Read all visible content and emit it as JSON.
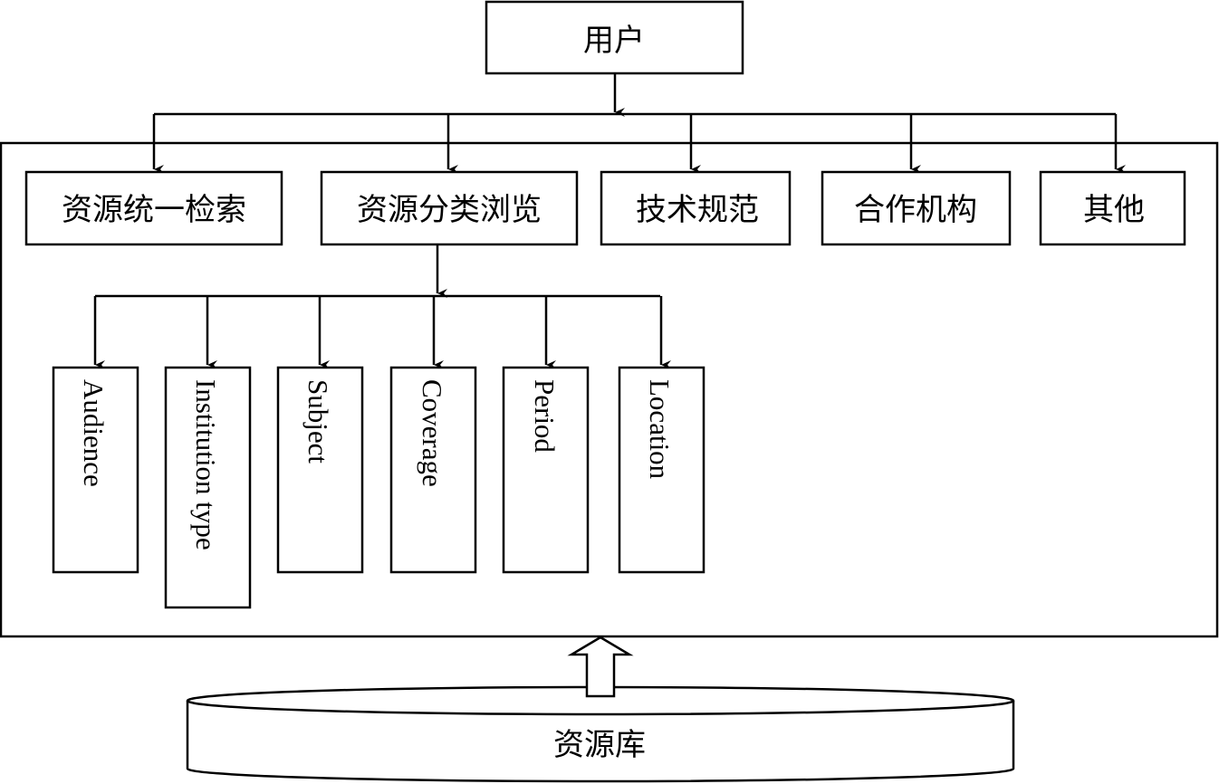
{
  "top_node": {
    "label": "用户"
  },
  "modules": [
    {
      "id": "unified-search",
      "label": "资源统一检索"
    },
    {
      "id": "category-browse",
      "label": "资源分类浏览"
    },
    {
      "id": "tech-spec",
      "label": "技术规范"
    },
    {
      "id": "partners",
      "label": "合作机构"
    },
    {
      "id": "other",
      "label": "其他"
    }
  ],
  "browse_categories": [
    {
      "id": "audience",
      "label": "Audience"
    },
    {
      "id": "institution-type",
      "label": "Institution type"
    },
    {
      "id": "subject",
      "label": "Subject"
    },
    {
      "id": "coverage",
      "label": "Coverage"
    },
    {
      "id": "period",
      "label": "Period"
    },
    {
      "id": "location",
      "label": "Location"
    }
  ],
  "database": {
    "label": "资源库"
  },
  "colors": {
    "stroke": "#000000",
    "fill": "#ffffff"
  }
}
